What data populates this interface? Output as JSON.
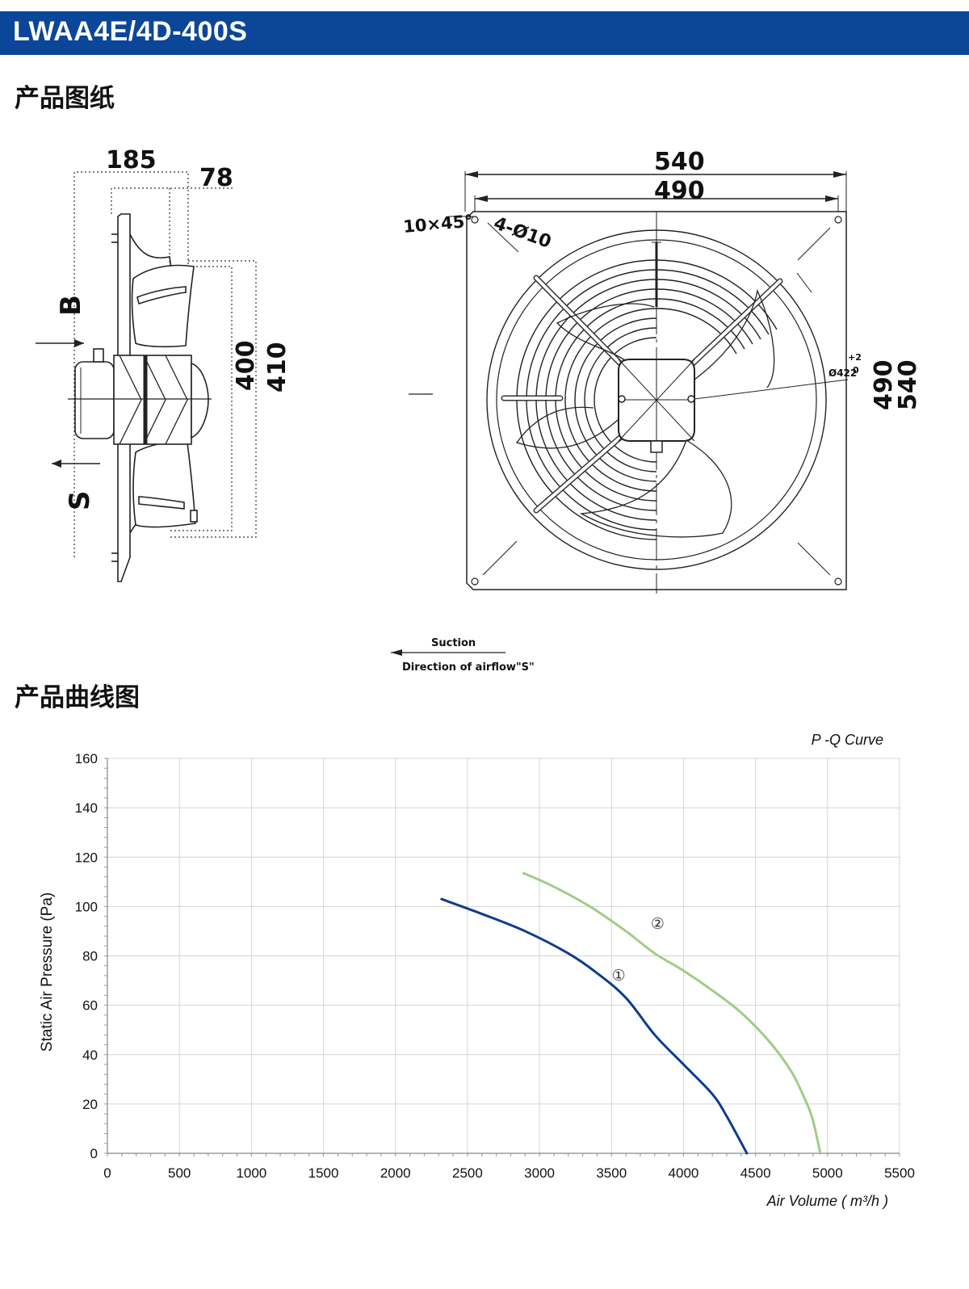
{
  "header": {
    "title": "LWAA4E/4D-400S"
  },
  "sections": {
    "drawing_title": "产品图纸",
    "curve_title": "产品曲线图"
  },
  "drawing": {
    "side_view": {
      "dim_depth": "185",
      "dim_offset": "78",
      "dim_blade_height": "400",
      "dim_total_height": "410",
      "label_b": "B",
      "label_s": "S"
    },
    "front_view": {
      "dim_outer_width": "540",
      "dim_hole_spacing_width": "490",
      "dim_hole_spacing_height": "490",
      "dim_outer_height": "540",
      "chamfer": "10×45°",
      "holes": "4-Ø10",
      "ring_diameter": "Ø422",
      "ring_tol_upper": "+2",
      "ring_tol_lower": "0"
    },
    "airflow_note": {
      "line1": "Suction",
      "line2": "Direction of airflow\"S\""
    }
  },
  "chart_data": {
    "type": "line",
    "title": "P -Q Curve",
    "xlabel": "Air Volume ( m³/h )",
    "ylabel": "Static Air Pressure  (Pa)",
    "xlim": [
      0,
      5500
    ],
    "ylim": [
      0,
      160
    ],
    "x_ticks": [
      "0",
      "500",
      "1000",
      "1500",
      "2000",
      "2500",
      "3000",
      "3500",
      "4000",
      "4500",
      "5000",
      "5500"
    ],
    "y_ticks": [
      "0",
      "20",
      "40",
      "60",
      "80",
      "100",
      "120",
      "140",
      "160"
    ],
    "grid": true,
    "series": [
      {
        "name": "①",
        "color": "#0b3d8c",
        "label_at": [
          3550,
          70
        ],
        "points": [
          [
            2320,
            103
          ],
          [
            2600,
            97
          ],
          [
            2900,
            90
          ],
          [
            3200,
            81
          ],
          [
            3400,
            73
          ],
          [
            3600,
            63
          ],
          [
            3800,
            48
          ],
          [
            4000,
            36
          ],
          [
            4200,
            24
          ],
          [
            4300,
            15
          ],
          [
            4440,
            0
          ]
        ]
      },
      {
        "name": "②",
        "color": "#9fcd84",
        "label_at": [
          3820,
          91
        ],
        "points": [
          [
            2890,
            113.5
          ],
          [
            3100,
            108
          ],
          [
            3350,
            100
          ],
          [
            3600,
            90
          ],
          [
            3800,
            81
          ],
          [
            4000,
            74
          ],
          [
            4200,
            66
          ],
          [
            4400,
            57
          ],
          [
            4600,
            45
          ],
          [
            4750,
            33
          ],
          [
            4850,
            21
          ],
          [
            4900,
            13
          ],
          [
            4950,
            0
          ]
        ]
      }
    ]
  }
}
